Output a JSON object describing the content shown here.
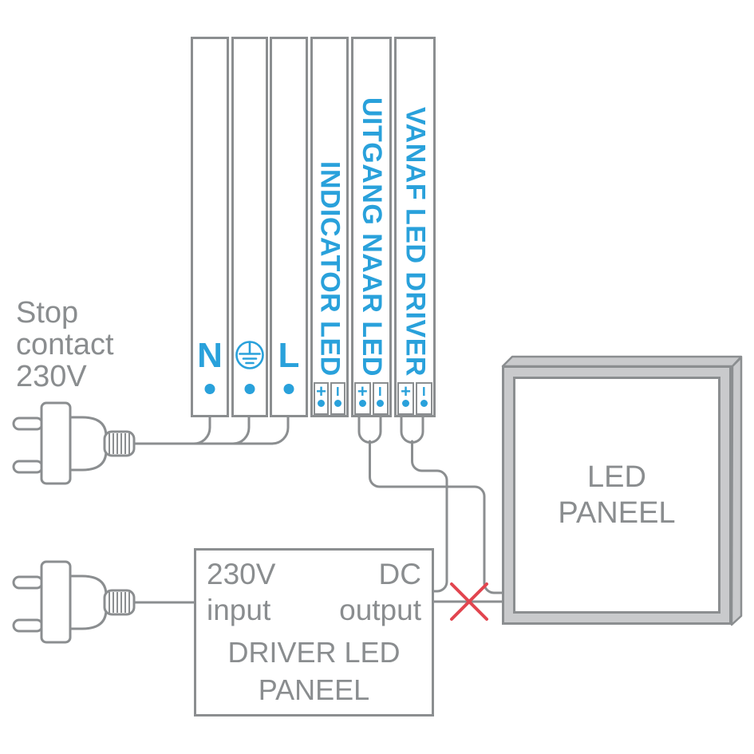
{
  "colors": {
    "accent": "#29a1db",
    "line": "#8b8e90",
    "text": "#8a8d8f",
    "cross": "#e2454f",
    "panelfill": "#c9cacc"
  },
  "stop_contact": {
    "line1": "Stop",
    "line2": "contact",
    "line3": "230V"
  },
  "terminal_block": {
    "columns": [
      {
        "label": "N"
      },
      {
        "label": "",
        "icon": "protective-earth-icon"
      },
      {
        "label": "L"
      },
      {
        "label": "INDICATOR LED"
      },
      {
        "label": "UITGANG NAAR LED"
      },
      {
        "label": "VANAF LED DRIVER"
      }
    ],
    "polarity_plus": "+",
    "polarity_minus": "−"
  },
  "driver_box": {
    "input_line1": "230V",
    "input_line2": "input",
    "output_line1": "DC",
    "output_line2": "output",
    "name_line1": "DRIVER LED",
    "name_line2": "PANEEL"
  },
  "led_panel": {
    "line1": "LED",
    "line2": "PANEEL"
  },
  "icons": {
    "mains-plug-icon": "svg-shape",
    "protective-earth-icon": "svg-shape",
    "disconnect-cross-icon": "svg-red-x"
  }
}
